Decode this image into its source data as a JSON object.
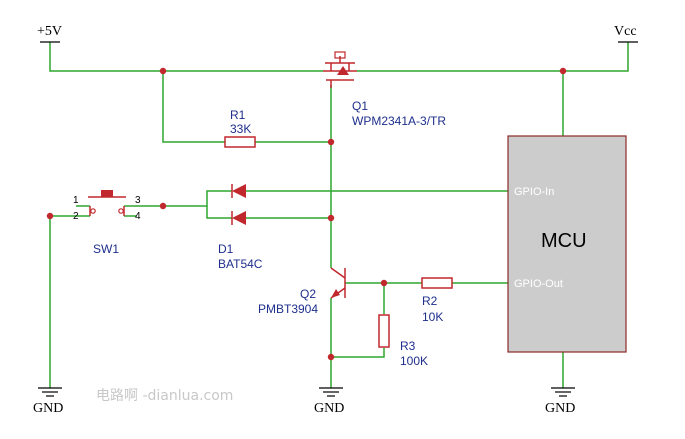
{
  "power": {
    "plus5v": "+5V",
    "vcc": "Vcc"
  },
  "ground": {
    "left": "GND",
    "middle": "GND",
    "right": "GND"
  },
  "q1": {
    "ref": "Q1",
    "value": "WPM2341A-3/TR"
  },
  "r1": {
    "ref": "R1",
    "value": "33K"
  },
  "sw1": {
    "ref": "SW1",
    "pin1": "1",
    "pin2": "2",
    "pin3": "3",
    "pin4": "4"
  },
  "d1": {
    "ref": "D1",
    "value": "BAT54C"
  },
  "q2": {
    "ref": "Q2",
    "value": "PMBT3904"
  },
  "r2": {
    "ref": "R2",
    "value": "10K"
  },
  "r3": {
    "ref": "R3",
    "value": "100K"
  },
  "mcu": {
    "name": "MCU",
    "gpio_in": "GPIO-In",
    "gpio_out": "GPIO-Out"
  },
  "watermark": "电路啊 -dianlua.com",
  "colors": {
    "wire": "#2fa52f",
    "component": "#c0282d",
    "label": "#1e2f8c",
    "mcu_fill": "#cccccc"
  }
}
